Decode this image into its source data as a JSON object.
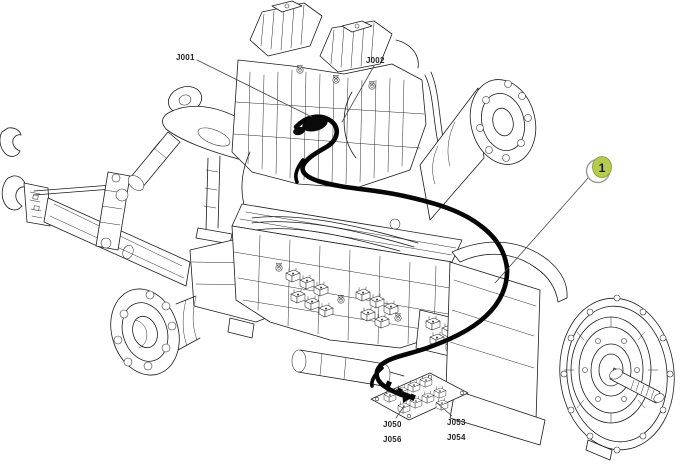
{
  "figure": {
    "type": "technical-line-illustration",
    "subject": "Tractor engine, transmission and rear axle assembly with main wiring harness highlighted",
    "background_color": "#ffffff",
    "line_color": "#1c1c1c",
    "harness_color": "#060606"
  },
  "connector_labels": {
    "j001": "J001",
    "j002": "J002",
    "j050": "J050",
    "j056": "J056",
    "j053": "J053",
    "j054": "J054"
  },
  "callout": {
    "number": "1",
    "fill_color": "#b4cb50",
    "edge_color": "#7e992c",
    "ring_color": "#9b9b9b",
    "number_color": "#1c1c1c"
  }
}
